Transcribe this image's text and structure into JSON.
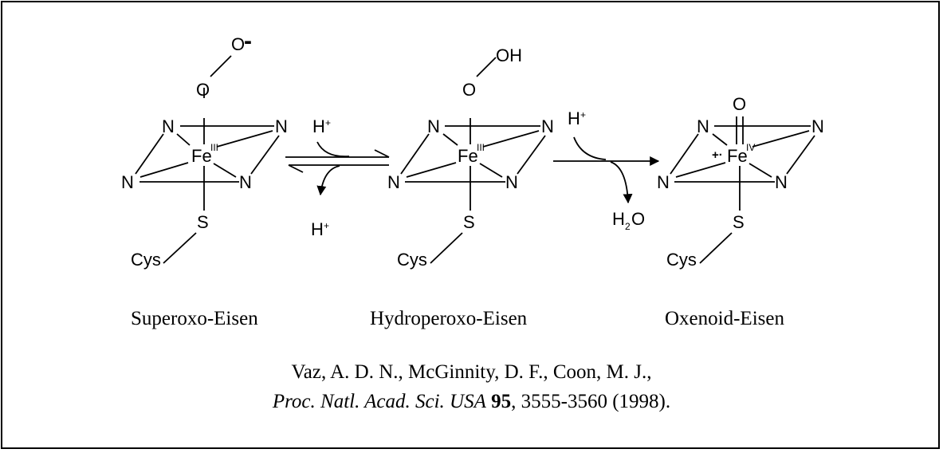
{
  "structures": [
    {
      "id": "superoxo",
      "fe_label": "Fe",
      "fe_ox": "III",
      "n_label": "N",
      "s_label": "S",
      "cys_label": "Cys",
      "o1_label": "O",
      "o2_label": "O",
      "o2_charge": "-",
      "caption": "Superoxo-Eisen"
    },
    {
      "id": "hydroperoxo",
      "fe_label": "Fe",
      "fe_ox": "III",
      "n_label": "N",
      "s_label": "S",
      "cys_label": "Cys",
      "o1_label": "O",
      "o2_label": "OH",
      "caption": "Hydroperoxo-Eisen"
    },
    {
      "id": "oxenoid",
      "fe_label": "Fe",
      "fe_ox": "IV",
      "radical_cation": "+·",
      "n_label": "N",
      "s_label": "S",
      "cys_label": "Cys",
      "o1_label": "O",
      "caption": "Oxenoid-Eisen"
    }
  ],
  "reactions": {
    "equilibrium": {
      "h_in": "H",
      "h_in_charge": "+",
      "h_out": "H",
      "h_out_charge": "+"
    },
    "forward": {
      "h_in": "H",
      "h_in_charge": "+",
      "water_h": "H",
      "water_sub": "2",
      "water_o": "O"
    }
  },
  "reference": {
    "authors": "Vaz, A. D. N., McGinnity, D. F., Coon, M. J.,",
    "journal": "Proc. Natl. Acad. Sci. USA",
    "volume": "95",
    "pages_year": ", 3555-3560 (1998)."
  }
}
